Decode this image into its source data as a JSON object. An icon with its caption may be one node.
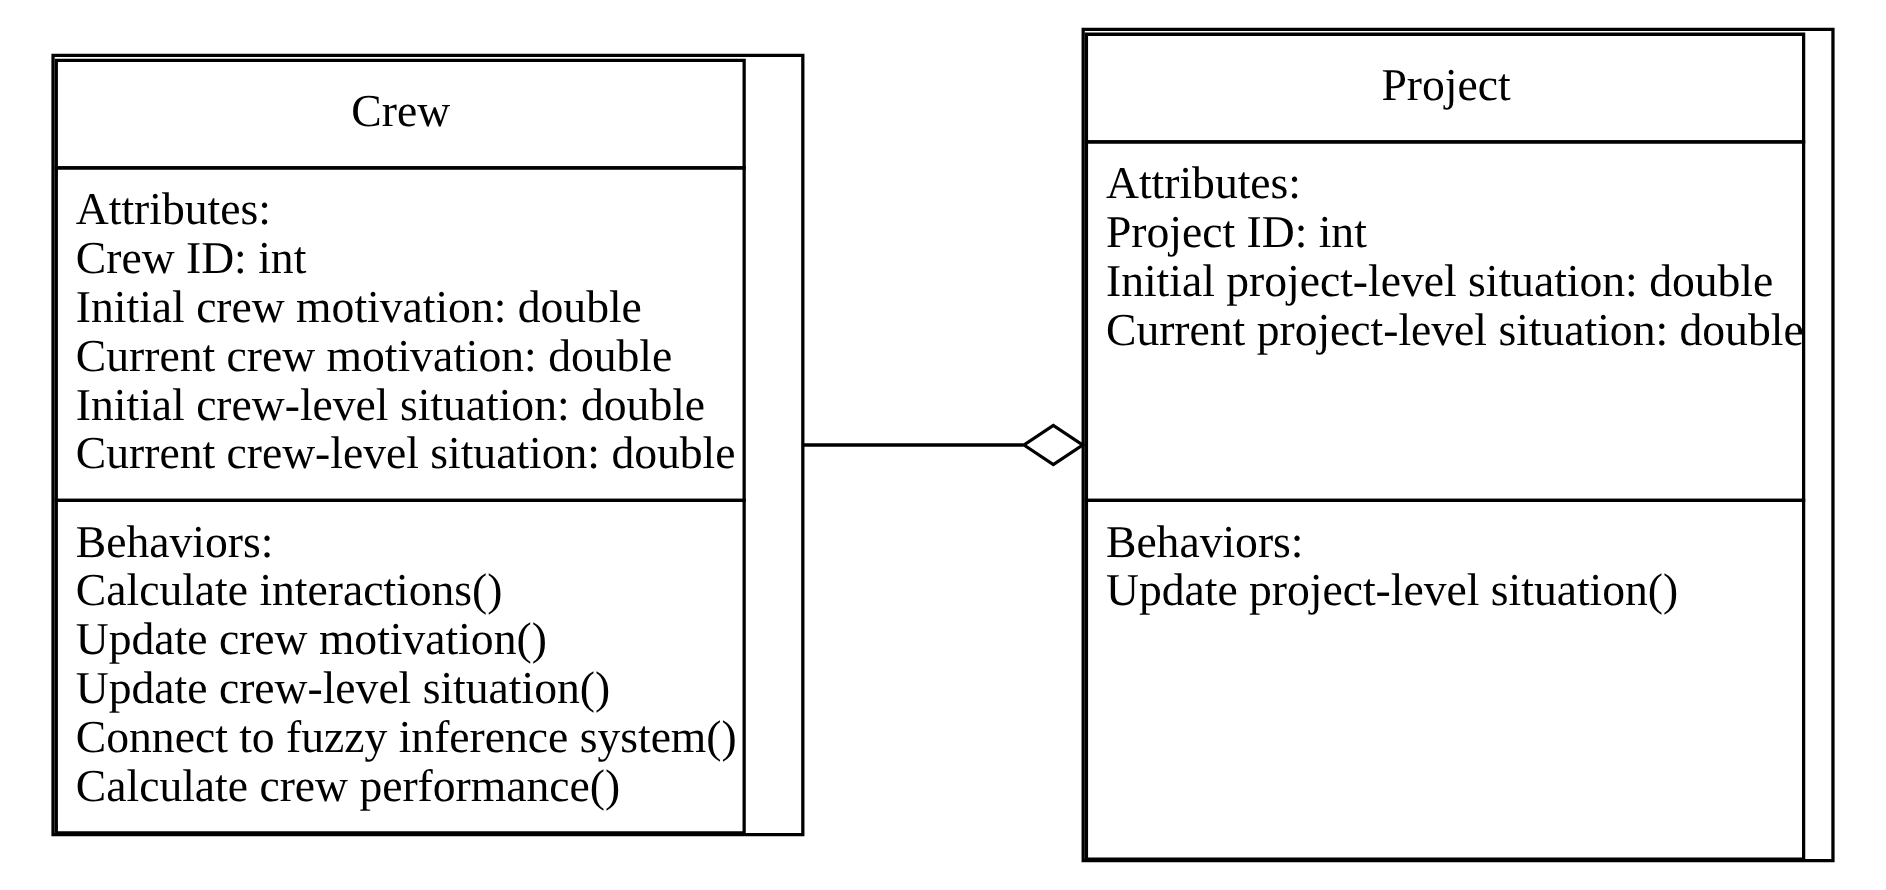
{
  "diagram": {
    "nodes": [
      {
        "text": [
          "Crew",
          "Attributes:",
          "Crew ID: int",
          "Initial crew motivation: double",
          "Current crew motivation: double",
          "Initial crew-level situation: double",
          "Current crew-level situation: double",
          "Behaviors:",
          "Calculate interactions()",
          "Update crew motivation()",
          "Update crew-level situation()",
          "Connect to fuzzy inference system()",
          "Calculate crew performance()"
        ]
      },
      {
        "text": [
          "Project",
          "Attributes:",
          "Project ID: int",
          "Initial project-level situation: double",
          "Current project-level situation: double",
          "Behaviors:",
          "Update project-level situation()"
        ]
      }
    ],
    "edges": [
      {
        "from": 0,
        "to": 1,
        "arrow": "other"
      }
    ]
  }
}
